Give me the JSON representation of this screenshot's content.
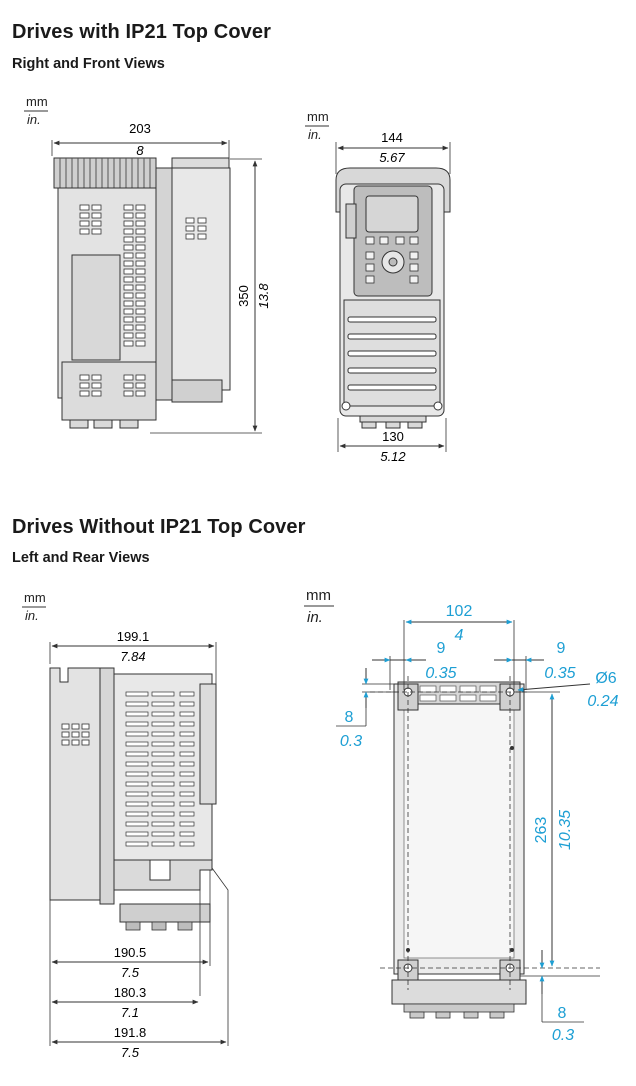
{
  "section1": {
    "title": "Drives with IP21 Top Cover",
    "subtitle": "Right and Front Views",
    "right_view": {
      "unit_mm": "mm",
      "unit_in": "in.",
      "width_mm": "203",
      "width_in": "8",
      "height_mm": "350",
      "height_in": "13.8"
    },
    "front_view": {
      "unit_mm": "mm",
      "unit_in": "in.",
      "top_width_mm": "144",
      "top_width_in": "5.67",
      "bottom_width_mm": "130",
      "bottom_width_in": "5.12"
    }
  },
  "section2": {
    "title": "Drives Without IP21 Top Cover",
    "subtitle": "Left and Rear Views",
    "left_view": {
      "unit_mm": "mm",
      "unit_in": "in.",
      "width_mm": "199.1",
      "width_in": "7.84",
      "dim1_mm": "190.5",
      "dim1_in": "7.5",
      "dim2_mm": "180.3",
      "dim2_in": "7.1",
      "dim3_mm": "191.8",
      "dim3_in": "7.5"
    },
    "rear_view": {
      "unit_mm": "mm",
      "unit_in": "in.",
      "width_mm": "102",
      "width_in": "4",
      "left_offset_mm": "9",
      "left_offset_in": "0.35",
      "right_offset_mm": "9",
      "right_offset_in": "0.35",
      "hole_dia_mm": "Ø6",
      "hole_dia_in": "0.24",
      "top_offset_mm": "8",
      "top_offset_in": "0.3",
      "height_mm": "263",
      "height_in": "10.35",
      "bottom_offset_mm": "8",
      "bottom_offset_in": "0.3"
    }
  },
  "colors": {
    "line": "#333333",
    "fill": "#e3e3e3",
    "fill_dark": "#bdbdbd",
    "accent": "#1d9fd4"
  }
}
